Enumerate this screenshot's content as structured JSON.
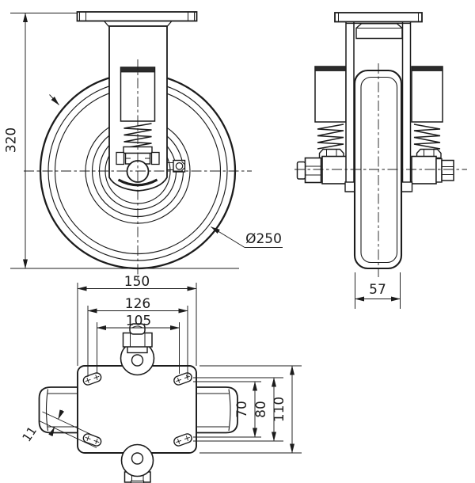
{
  "drawing": {
    "kind": "technical-drawing",
    "subject": "spring-loaded fixed caster wheel, three orthographic views",
    "colors": {
      "line": "#1c1c1c",
      "background": "#ffffff",
      "spring_band": "#2b2b2b"
    },
    "dimensions": {
      "overall_height": "320",
      "wheel_diameter": "Ø250",
      "wheel_width": "57",
      "plate_length": "150",
      "bolt_span_outer": "126",
      "bolt_span_inner": "105",
      "inner_span": "70",
      "bolt_row_span": "80",
      "plate_width": "110",
      "slot_width": "11"
    }
  }
}
